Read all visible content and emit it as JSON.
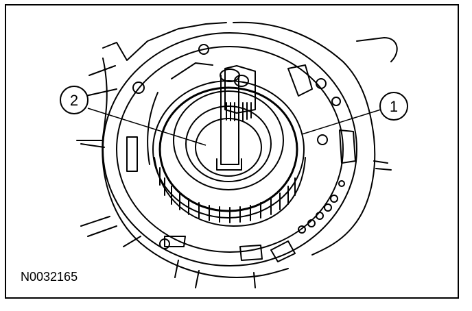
{
  "figure": {
    "id": "N0032165",
    "callouts": [
      {
        "number": "1",
        "label": ""
      },
      {
        "number": "2",
        "label": ""
      }
    ]
  },
  "colors": {
    "line": "#000000",
    "background": "#ffffff"
  }
}
